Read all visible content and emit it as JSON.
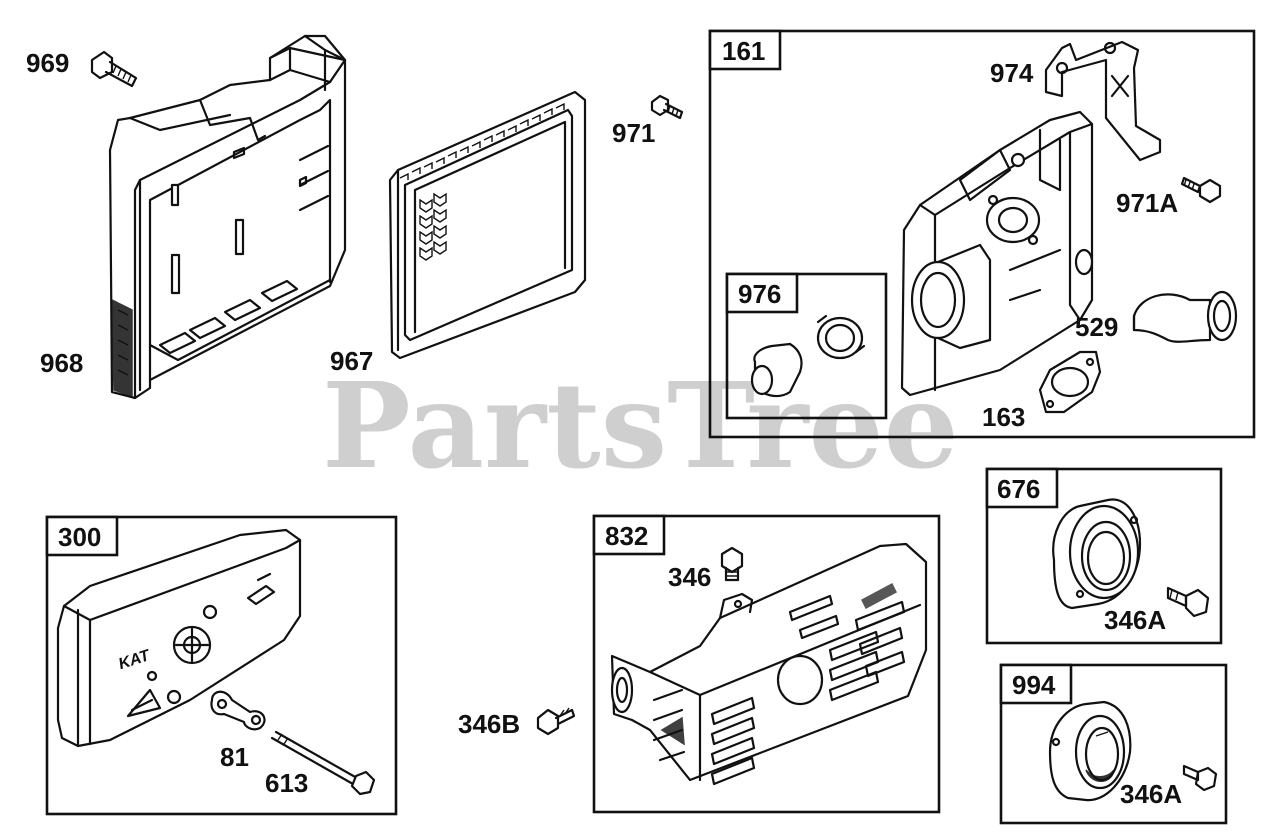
{
  "watermark": "PartsTree",
  "callouts": {
    "p969": "969",
    "p968": "968",
    "p967": "967",
    "p971": "971",
    "p974": "974",
    "p971a": "971A",
    "p529": "529",
    "p163": "163",
    "p81": "81",
    "p613": "613",
    "p346b": "346B",
    "p346": "346",
    "p346a_676": "346A",
    "p346a_994": "346A"
  },
  "boxes": {
    "b161": "161",
    "b976": "976",
    "b300": "300",
    "b832": "832",
    "b676": "676",
    "b994": "994"
  },
  "stamps": {
    "kat": "KAT"
  }
}
